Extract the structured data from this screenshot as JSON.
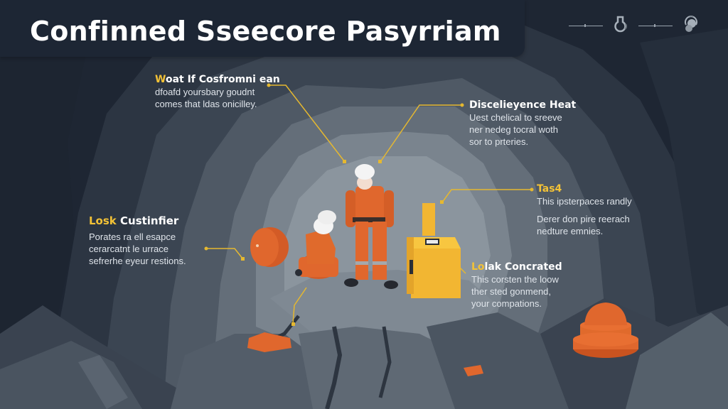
{
  "header": {
    "title": "Confinned Sseecore Pasyrriam"
  },
  "toolbar": {
    "items": [
      {
        "name": "slider-left",
        "icon": "slider-icon"
      },
      {
        "name": "flask",
        "icon": "flask-icon"
      },
      {
        "name": "slider-right",
        "icon": "slider-icon"
      },
      {
        "name": "dial",
        "icon": "dial-knob-icon"
      }
    ]
  },
  "callouts": [
    {
      "id": "top-left",
      "head_accent": "W",
      "head_rest": "oat If Cosfromni ean",
      "lines": [
        "dfoafd yoursbary goudnt",
        "comes that ldas onicilley."
      ]
    },
    {
      "id": "top-right",
      "head_accent": "",
      "head_rest": "Discelieyence Heat",
      "lines": [
        "Uest chelical to sreeve",
        "ner nedeg tocral woth",
        "sor to prteries."
      ]
    },
    {
      "id": "mid-right",
      "head_accent": "Tas4",
      "head_rest": "",
      "lines": [
        "This ipsterpaces randly"
      ],
      "lines2": [
        "Derer don pire reerach",
        "nedture emnies."
      ]
    },
    {
      "id": "mid-left",
      "head_accent": "Losk",
      "head_rest": " Custinfier",
      "lines": [
        "Porates ra ell esapce",
        "cerarcatnt le urrace",
        "sefrerhe eyeur restions."
      ]
    },
    {
      "id": "bottom-right",
      "head_accent": "Lo",
      "head_rest": "lak Concrated",
      "lines": [
        "This corsten the loow",
        "ther sted gonmend,",
        "your compations."
      ]
    }
  ],
  "colors": {
    "accent": "#f3c236",
    "background": "#1f2733",
    "rock_light": "#8a939c",
    "suit_orange": "#e0642a",
    "box_yellow": "#f2b632"
  }
}
